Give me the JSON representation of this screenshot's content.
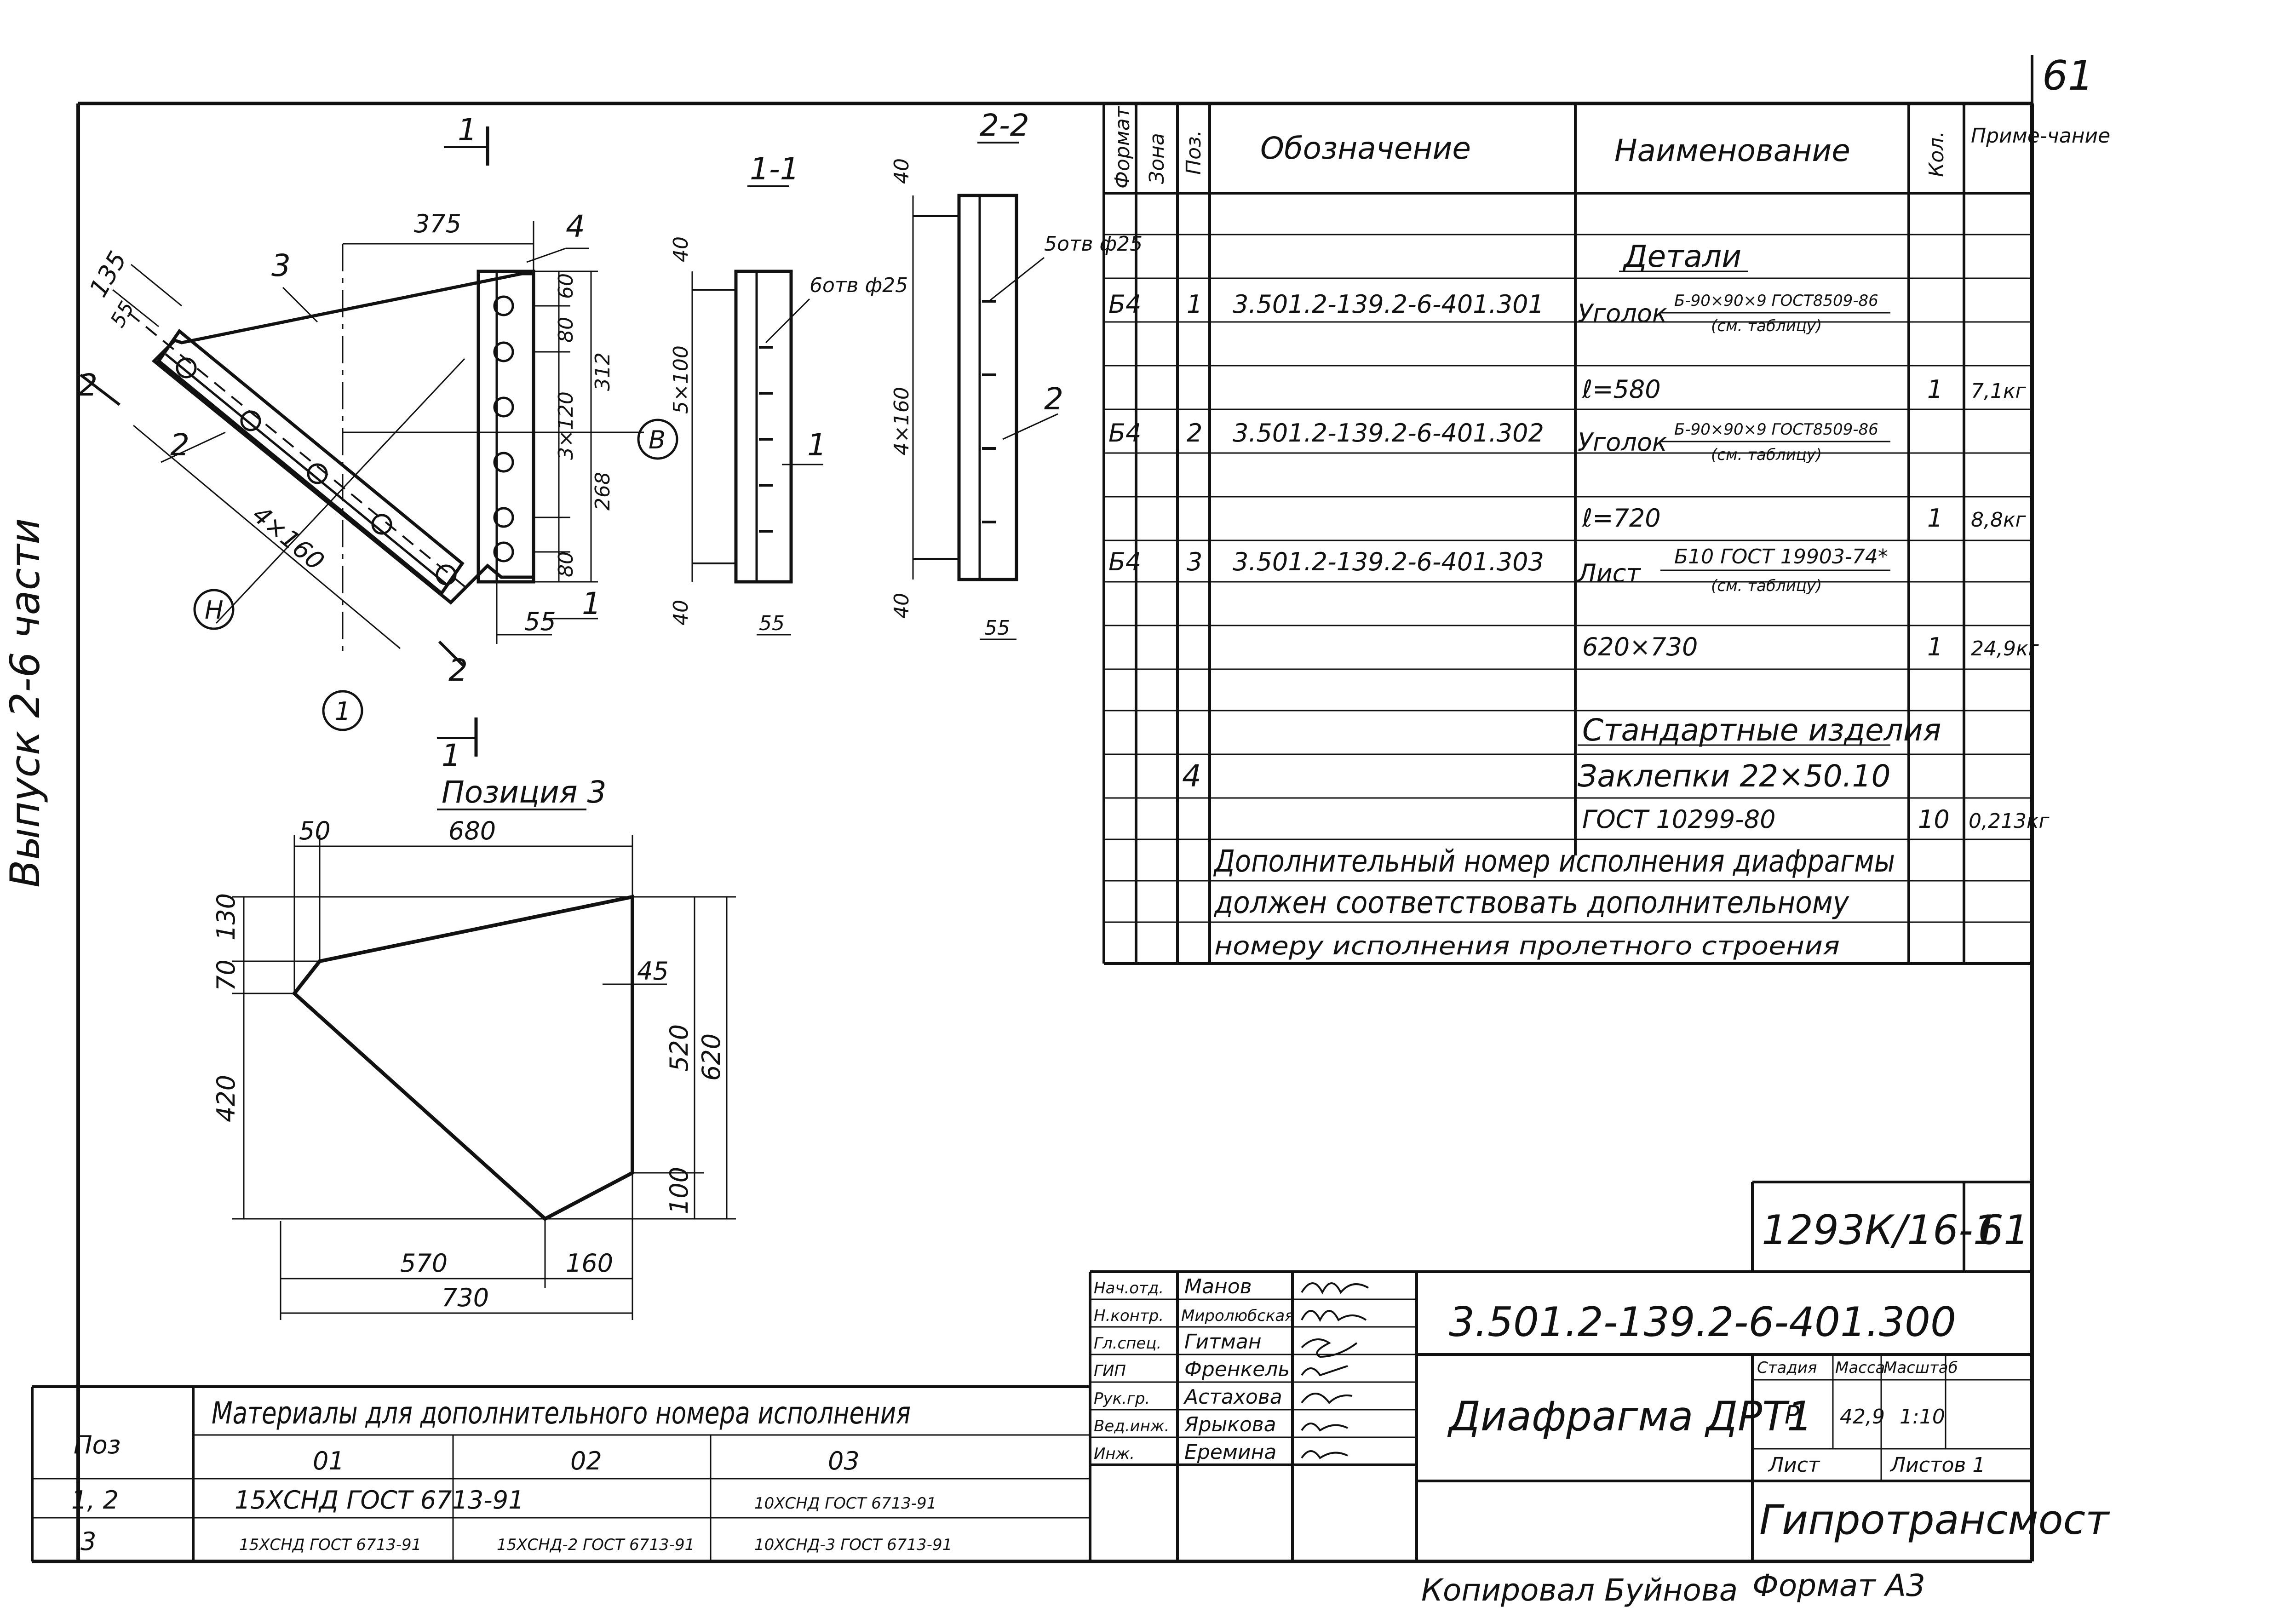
{
  "sheet": {
    "page_number": "61",
    "side_label": "Выпуск 2-6 части",
    "copied_by": "Копировал Буйнова",
    "format": "Формат А3"
  },
  "drawing": {
    "main_view": {
      "dims": [
        "375",
        "135",
        "55",
        "60",
        "80",
        "312",
        "3×120",
        "268",
        "80",
        "55",
        "4×160"
      ],
      "pos_labels": [
        "1",
        "2",
        "3",
        "4"
      ],
      "section_marks": [
        "1",
        "2",
        "2"
      ],
      "axis_labels": [
        "В",
        "Н",
        "1"
      ]
    },
    "section_1_1": {
      "title": "1-1",
      "holes": "6отв ф25",
      "dims": [
        "40",
        "5×100",
        "40",
        "55"
      ],
      "pos": "1"
    },
    "section_2_2": {
      "title": "2-2",
      "holes": "5отв ф25",
      "dims": [
        "40",
        "4×160",
        "40",
        "55"
      ],
      "pos": "2"
    },
    "position_3": {
      "section_mark": "1",
      "title": "Позиция 3",
      "dims": [
        "50",
        "680",
        "130",
        "70",
        "420",
        "45",
        "520",
        "620",
        "100",
        "570",
        "160",
        "730"
      ]
    }
  },
  "spec": {
    "headers": {
      "format": "Формат",
      "zone": "Зона",
      "pos": "Поз.",
      "designation": "Обозначение",
      "name": "Наименование",
      "qty": "Кол.",
      "note": "Приме-чание"
    },
    "section_details": "Детали",
    "rows": [
      {
        "format": "Б4",
        "pos": "1",
        "designation": "3.501.2-139.2-6-401.301",
        "name_prefix": "Уголок",
        "name_top": "Б-90×90×9 ГОСТ8509-86",
        "name_bottom": "(см. таблицу)",
        "size": "ℓ=580",
        "qty": "1",
        "note": "7,1кг"
      },
      {
        "format": "Б4",
        "pos": "2",
        "designation": "3.501.2-139.2-6-401.302",
        "name_prefix": "Уголок",
        "name_top": "Б-90×90×9 ГОСТ8509-86",
        "name_bottom": "(см. таблицу)",
        "size": "ℓ=720",
        "qty": "1",
        "note": "8,8кг"
      },
      {
        "format": "Б4",
        "pos": "3",
        "designation": "3.501.2-139.2-6-401.303",
        "name_prefix": "Лист",
        "name_top": "Б10 ГОСТ 19903-74*",
        "name_bottom": "(см. таблицу)",
        "size": "620×730",
        "qty": "1",
        "note": "24,9кг"
      }
    ],
    "section_standard": "Стандартные изделия",
    "standard_row": {
      "pos": "4",
      "name1": "Заклепки 22×50.10",
      "name2": "ГОСТ 10299-80",
      "qty": "10",
      "note": "0,213кг"
    },
    "remark": [
      "Дополнительный номер исполнения диафрагмы",
      "должен соответствовать дополнительному",
      "номеру исполнения пролетного строения"
    ]
  },
  "materials": {
    "header_col": "Поз",
    "title": "Материалы для дополнительного номера исполнения",
    "cols": [
      "01",
      "02",
      "03"
    ],
    "rows": [
      {
        "pos": "1, 2",
        "c01": "15ХСНД ГОСТ 6713-91",
        "c02": "",
        "c03": "10ХСНД ГОСТ 6713-91"
      },
      {
        "pos": "3",
        "c01": "15ХСНД ГОСТ 6713-91",
        "c02": "15ХСНД-2 ГОСТ 6713-91",
        "c03": "10ХСНД-3 ГОСТ 6713-91"
      }
    ]
  },
  "title_block": {
    "archive_no": "1293К/16-1",
    "archive_sheet": "61",
    "doc_code": "3.501.2-139.2-6-401.300",
    "doc_name": "Диафрагма ДРТ1",
    "signatures": [
      {
        "role": "Нач.отд.",
        "name": "Манов"
      },
      {
        "role": "Н.контр.",
        "name": "Миролюбская"
      },
      {
        "role": "Гл.спец.",
        "name": "Гитман"
      },
      {
        "role": "ГИП",
        "name": "Френкель"
      },
      {
        "role": "Рук.гр.",
        "name": "Астахова"
      },
      {
        "role": "Вед.инж.",
        "name": "Ярыкова"
      },
      {
        "role": "Инж.",
        "name": "Еремина"
      }
    ],
    "stage_label": "Стадия",
    "mass_label": "Масса",
    "scale_label": "Масштаб",
    "stage": "Р",
    "mass": "42,9",
    "scale": "1:10",
    "sheet_label": "Лист",
    "sheets_label": "Листов 1",
    "org": "Гипротрансмост"
  }
}
